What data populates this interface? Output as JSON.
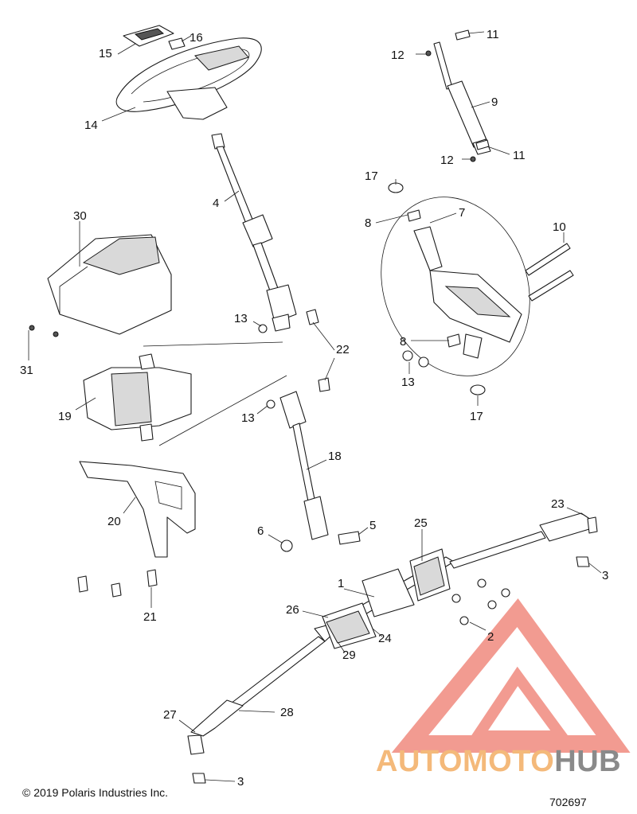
{
  "diagram": {
    "callouts": [
      {
        "id": "c1",
        "label": "1"
      },
      {
        "id": "c2",
        "label": "2"
      },
      {
        "id": "c3a",
        "label": "3"
      },
      {
        "id": "c3b",
        "label": "3"
      },
      {
        "id": "c4",
        "label": "4"
      },
      {
        "id": "c5",
        "label": "5"
      },
      {
        "id": "c6",
        "label": "6"
      },
      {
        "id": "c7",
        "label": "7"
      },
      {
        "id": "c8a",
        "label": "8"
      },
      {
        "id": "c8b",
        "label": "8"
      },
      {
        "id": "c9",
        "label": "9"
      },
      {
        "id": "c10",
        "label": "10"
      },
      {
        "id": "c11a",
        "label": "11"
      },
      {
        "id": "c11b",
        "label": "11"
      },
      {
        "id": "c12a",
        "label": "12"
      },
      {
        "id": "c12b",
        "label": "12"
      },
      {
        "id": "c13a",
        "label": "13"
      },
      {
        "id": "c13b",
        "label": "13"
      },
      {
        "id": "c13c",
        "label": "13"
      },
      {
        "id": "c14",
        "label": "14"
      },
      {
        "id": "c15",
        "label": "15"
      },
      {
        "id": "c16",
        "label": "16"
      },
      {
        "id": "c17a",
        "label": "17"
      },
      {
        "id": "c17b",
        "label": "17"
      },
      {
        "id": "c18",
        "label": "18"
      },
      {
        "id": "c19",
        "label": "19"
      },
      {
        "id": "c20",
        "label": "20"
      },
      {
        "id": "c21",
        "label": "21"
      },
      {
        "id": "c22",
        "label": "22"
      },
      {
        "id": "c23",
        "label": "23"
      },
      {
        "id": "c24",
        "label": "24"
      },
      {
        "id": "c25",
        "label": "25"
      },
      {
        "id": "c26",
        "label": "26"
      },
      {
        "id": "c27",
        "label": "27"
      },
      {
        "id": "c28",
        "label": "28"
      },
      {
        "id": "c29",
        "label": "29"
      },
      {
        "id": "c30",
        "label": "30"
      },
      {
        "id": "c31",
        "label": "31"
      }
    ]
  },
  "footer": {
    "copyright": "© 2019 Polaris Industries Inc.",
    "diagram_number": "702697"
  },
  "watermark": {
    "part1": "AUTO",
    "part2": "MOTO",
    "part3": "HUB",
    "color_logo": "#f08a7e",
    "color_text_orange": "#f4b97a",
    "color_text_grey": "#8a8a8a"
  }
}
